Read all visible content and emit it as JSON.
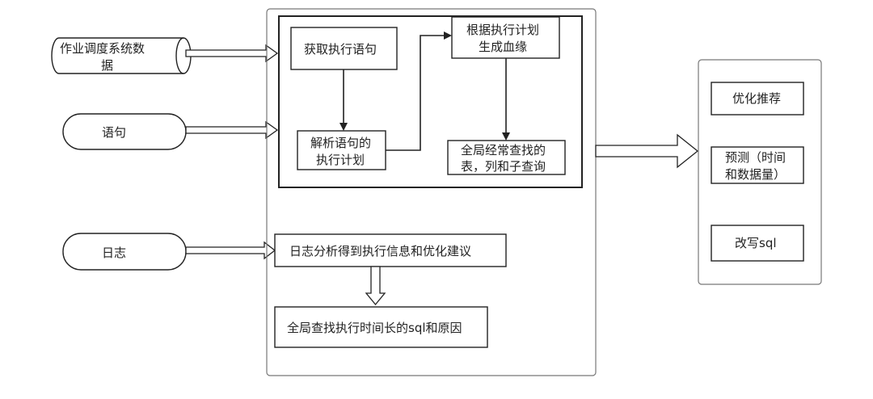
{
  "inputs": {
    "job_data_line1": "作业调度系统数",
    "job_data_line2": "据",
    "statement": "语句",
    "log": "日志"
  },
  "lineage": {
    "get_statement": "获取执行语句",
    "parse_plan_line1": "解析语句的",
    "parse_plan_line2": "执行计划",
    "gen_lineage_line1": "根据执行计划",
    "gen_lineage_line2": "生成血缘",
    "global_find_line1": "全局经常查找的",
    "global_find_line2": "表，列和子查询"
  },
  "log_analysis": {
    "analyze": "日志分析得到执行信息和优化建议",
    "find_slow": "全局查找执行时间长的sql和原因"
  },
  "outputs": {
    "optimize": "优化推荐",
    "predict_line1": "预测（时间",
    "predict_line2": "和数据量）",
    "rewrite": "改写sql"
  },
  "colors": {
    "stroke": "#222222",
    "panel_stroke": "#777777",
    "text": "#222222"
  }
}
